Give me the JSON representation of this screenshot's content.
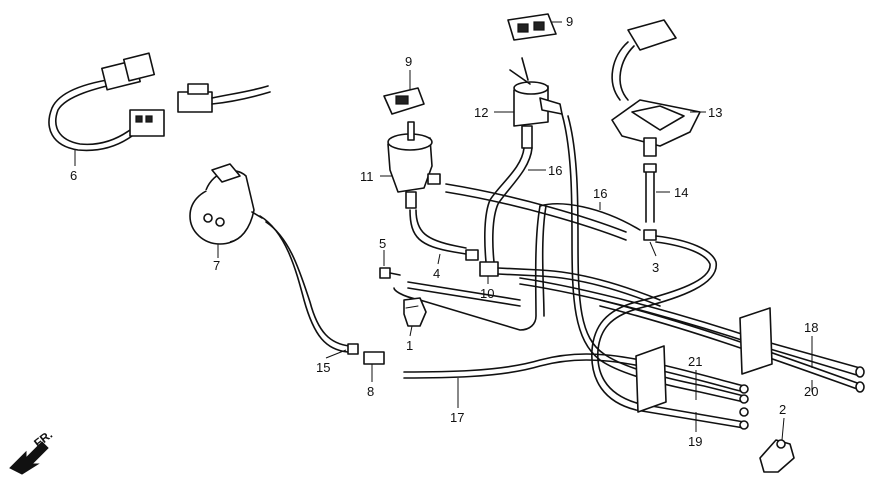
{
  "diagram": {
    "callouts": {
      "c1": "1",
      "c2": "2",
      "c3": "3",
      "c4": "4",
      "c5": "5",
      "c6": "6",
      "c7": "7",
      "c8": "8",
      "c9a": "9",
      "c9b": "9",
      "c10": "10",
      "c11": "11",
      "c12": "12",
      "c13": "13",
      "c14": "14",
      "c15": "15",
      "c16a": "16",
      "c16b": "16",
      "c17": "17",
      "c18": "18",
      "c19": "19",
      "c20": "20",
      "c21": "21"
    },
    "direction_label": "FR."
  }
}
